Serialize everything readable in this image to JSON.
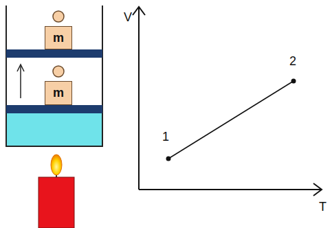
{
  "diagram": {
    "nodes": [
      {
        "text": [
          "m"
        ]
      },
      {
        "text": [
          "m"
        ]
      }
    ],
    "labels": [
      "V",
      "1",
      "2",
      "T"
    ]
  }
}
